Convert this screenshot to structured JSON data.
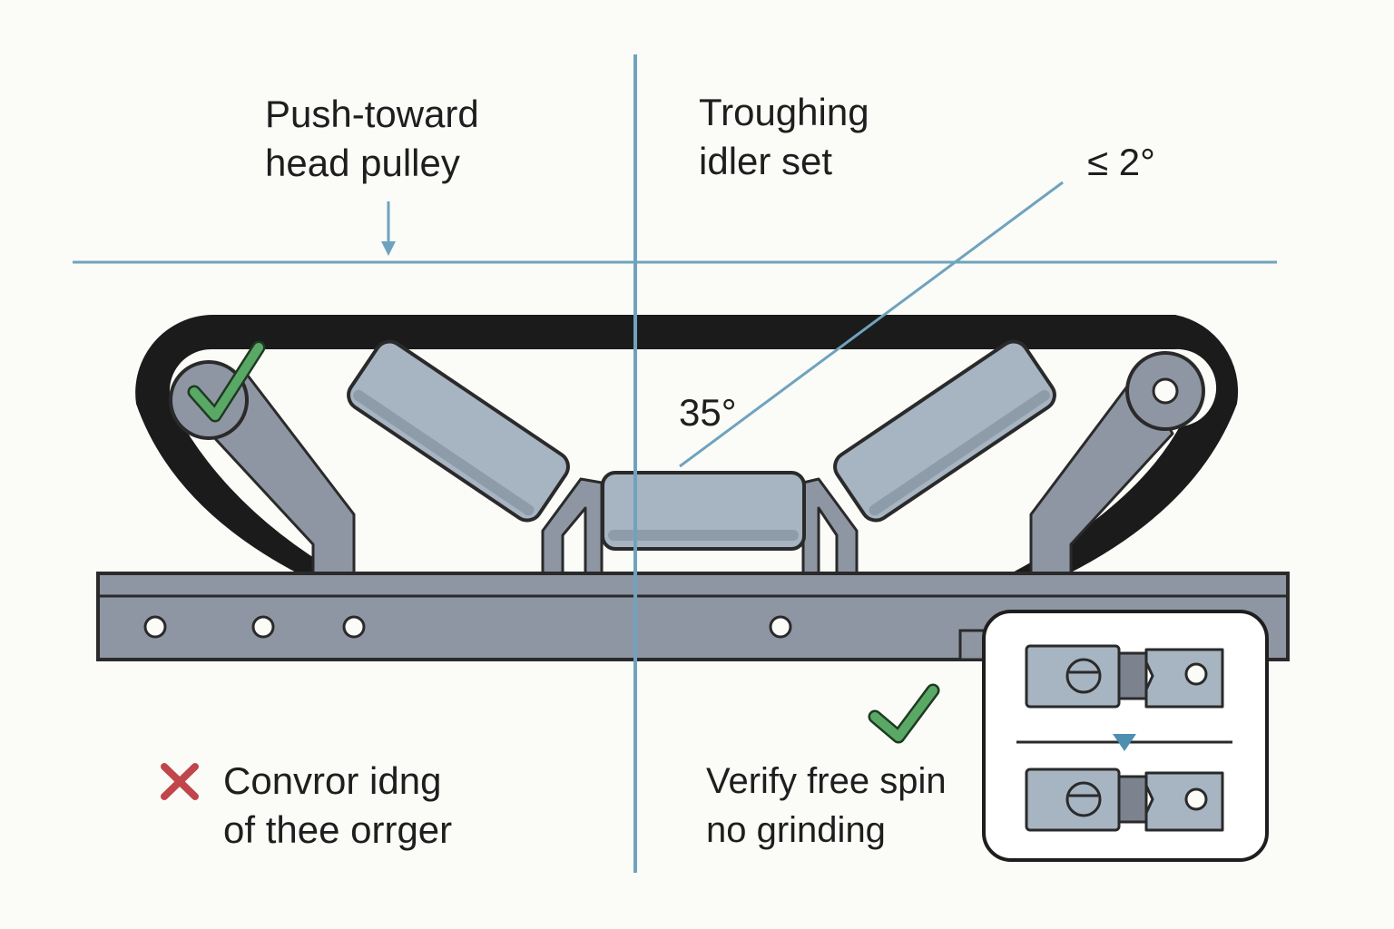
{
  "labels": {
    "push_direction": {
      "line1": "Push-toward",
      "line2": "head pulley"
    },
    "idler_set": {
      "line1": "Troughing",
      "line2": "idler set"
    },
    "tolerance": "≤ 2°",
    "trough_angle": "35°",
    "incorrect_note": {
      "line1": "Convror idng",
      "line2": "of thee orrger"
    },
    "verify_note": {
      "line1": "Verify free spin",
      "line2": "no grinding"
    }
  },
  "icons": {
    "pulley_check": "check-icon",
    "verify_check": "check-icon",
    "incorrect_mark": "x-mark-icon",
    "push_arrow": "arrow-down-icon",
    "inset_arrow": "triangle-down-icon"
  },
  "colors": {
    "belt": "#1b1b1b",
    "frame": "#8f96a3",
    "roller": "#a7b4c1",
    "guide_line": "#6fa3bd",
    "check": "#5aa865",
    "cross": "#c0464b"
  }
}
